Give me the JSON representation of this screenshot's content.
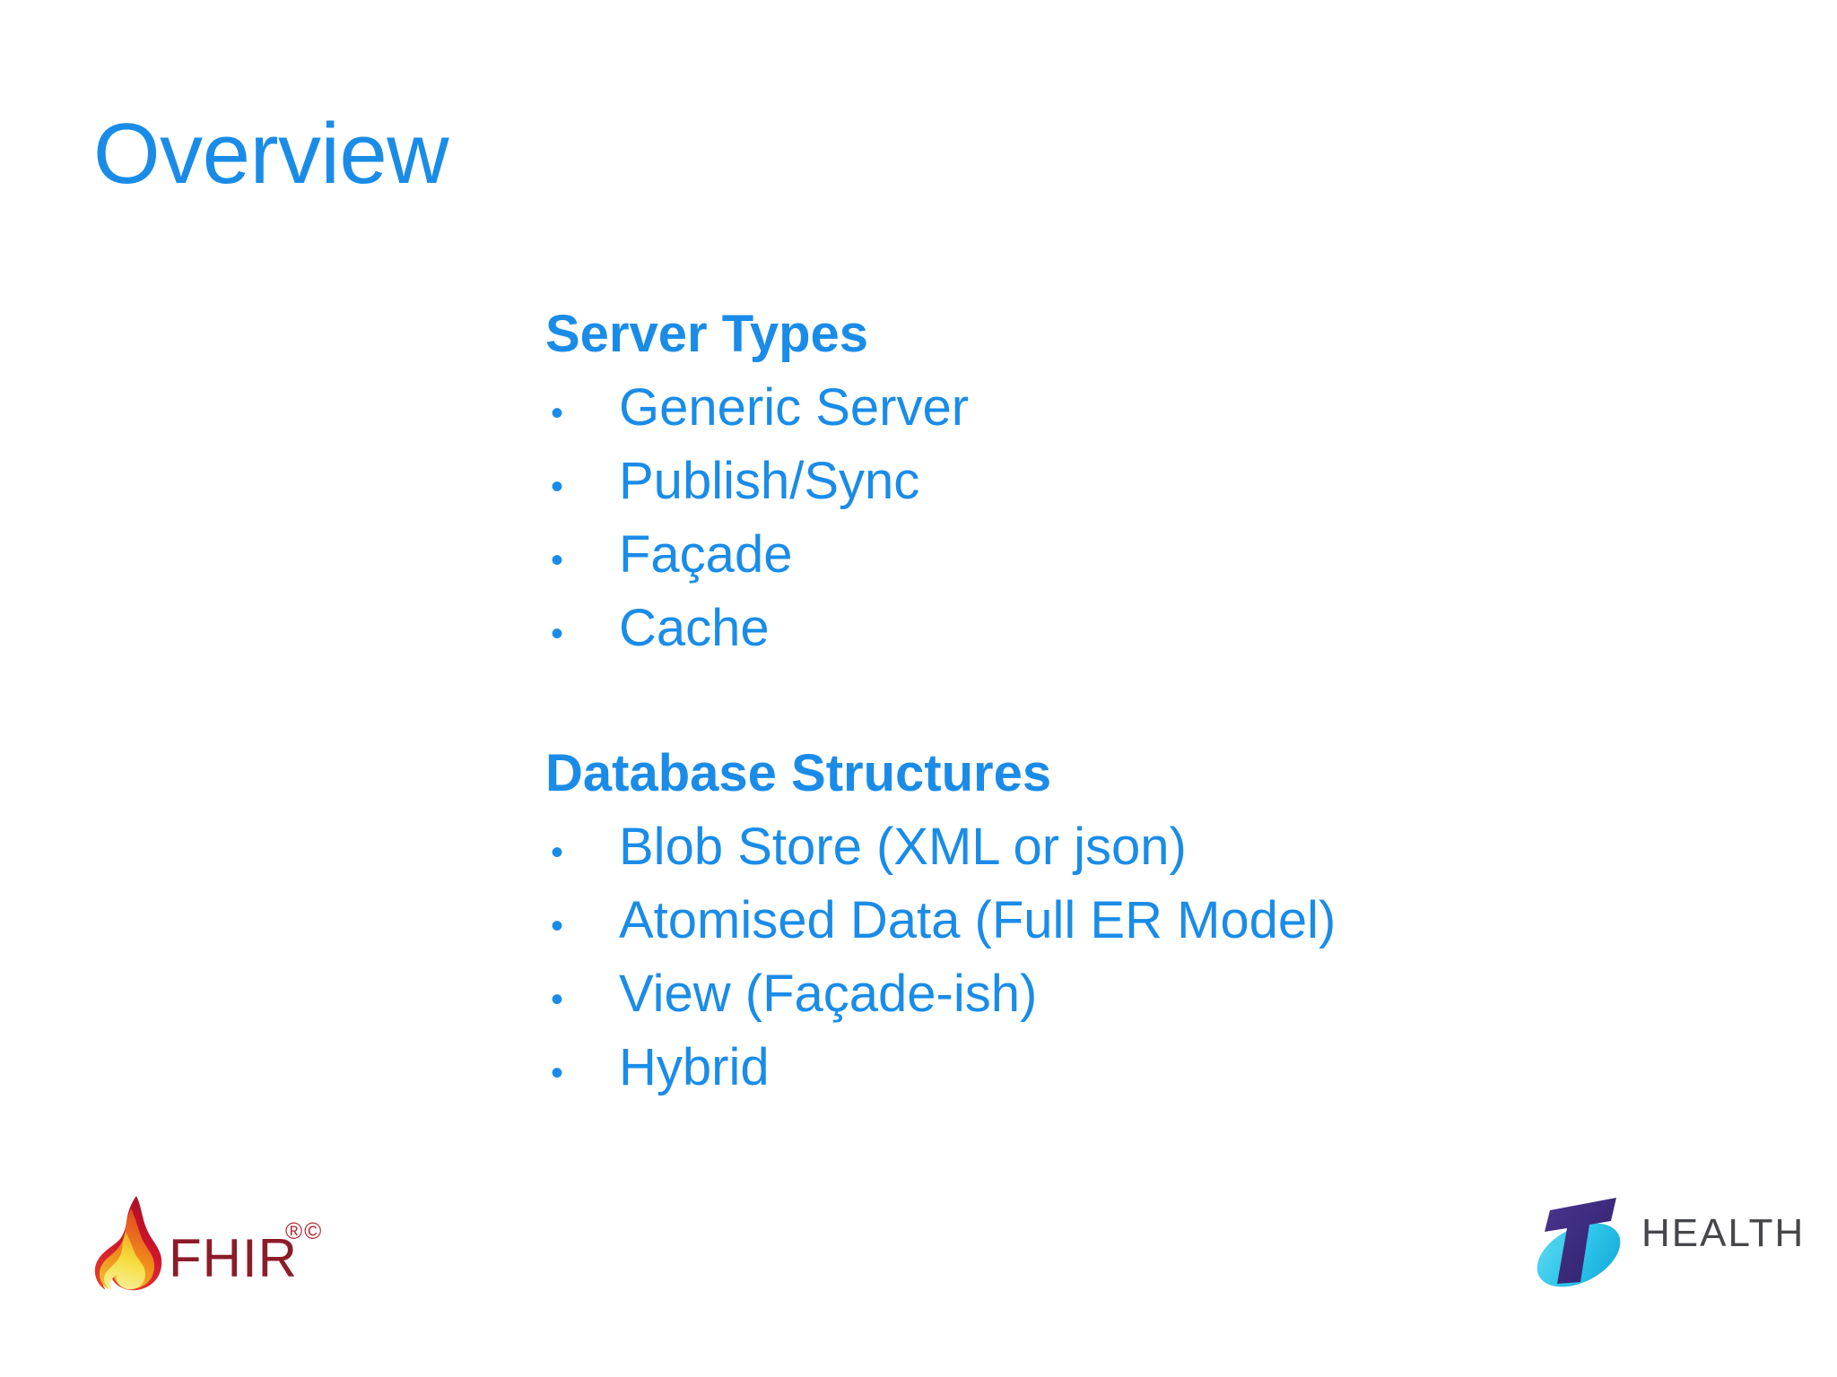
{
  "slide": {
    "title": "Overview",
    "background_color": "#ffffff",
    "accent_color": "#1a8ce8"
  },
  "sections": [
    {
      "heading": "Server Types",
      "bullet_marker": "•",
      "items": [
        "Generic Server",
        "Publish/Sync",
        "Façade",
        "Cache"
      ]
    },
    {
      "heading": "Database Structures",
      "bullet_marker": "•",
      "items": [
        "Blob Store (XML or json)",
        "Atomised Data (Full ER Model)",
        "View (Façade-ish)",
        "Hybrid"
      ]
    }
  ],
  "logos": {
    "fhir": {
      "wordmark": "FHIR",
      "marks": "®©",
      "icon": "flame-icon",
      "text_color": "#8c1c2a",
      "flame_colors": [
        "#c8102e",
        "#e8452a",
        "#f07818",
        "#f5d33a",
        "#f7ef9a"
      ]
    },
    "telstra_health": {
      "wordmark": "HEALTH",
      "icon": "telstra-t-icon",
      "text_color": "#46474b",
      "t_color": "#3b2a78",
      "ellipse_color": "#2ec6ea"
    }
  }
}
